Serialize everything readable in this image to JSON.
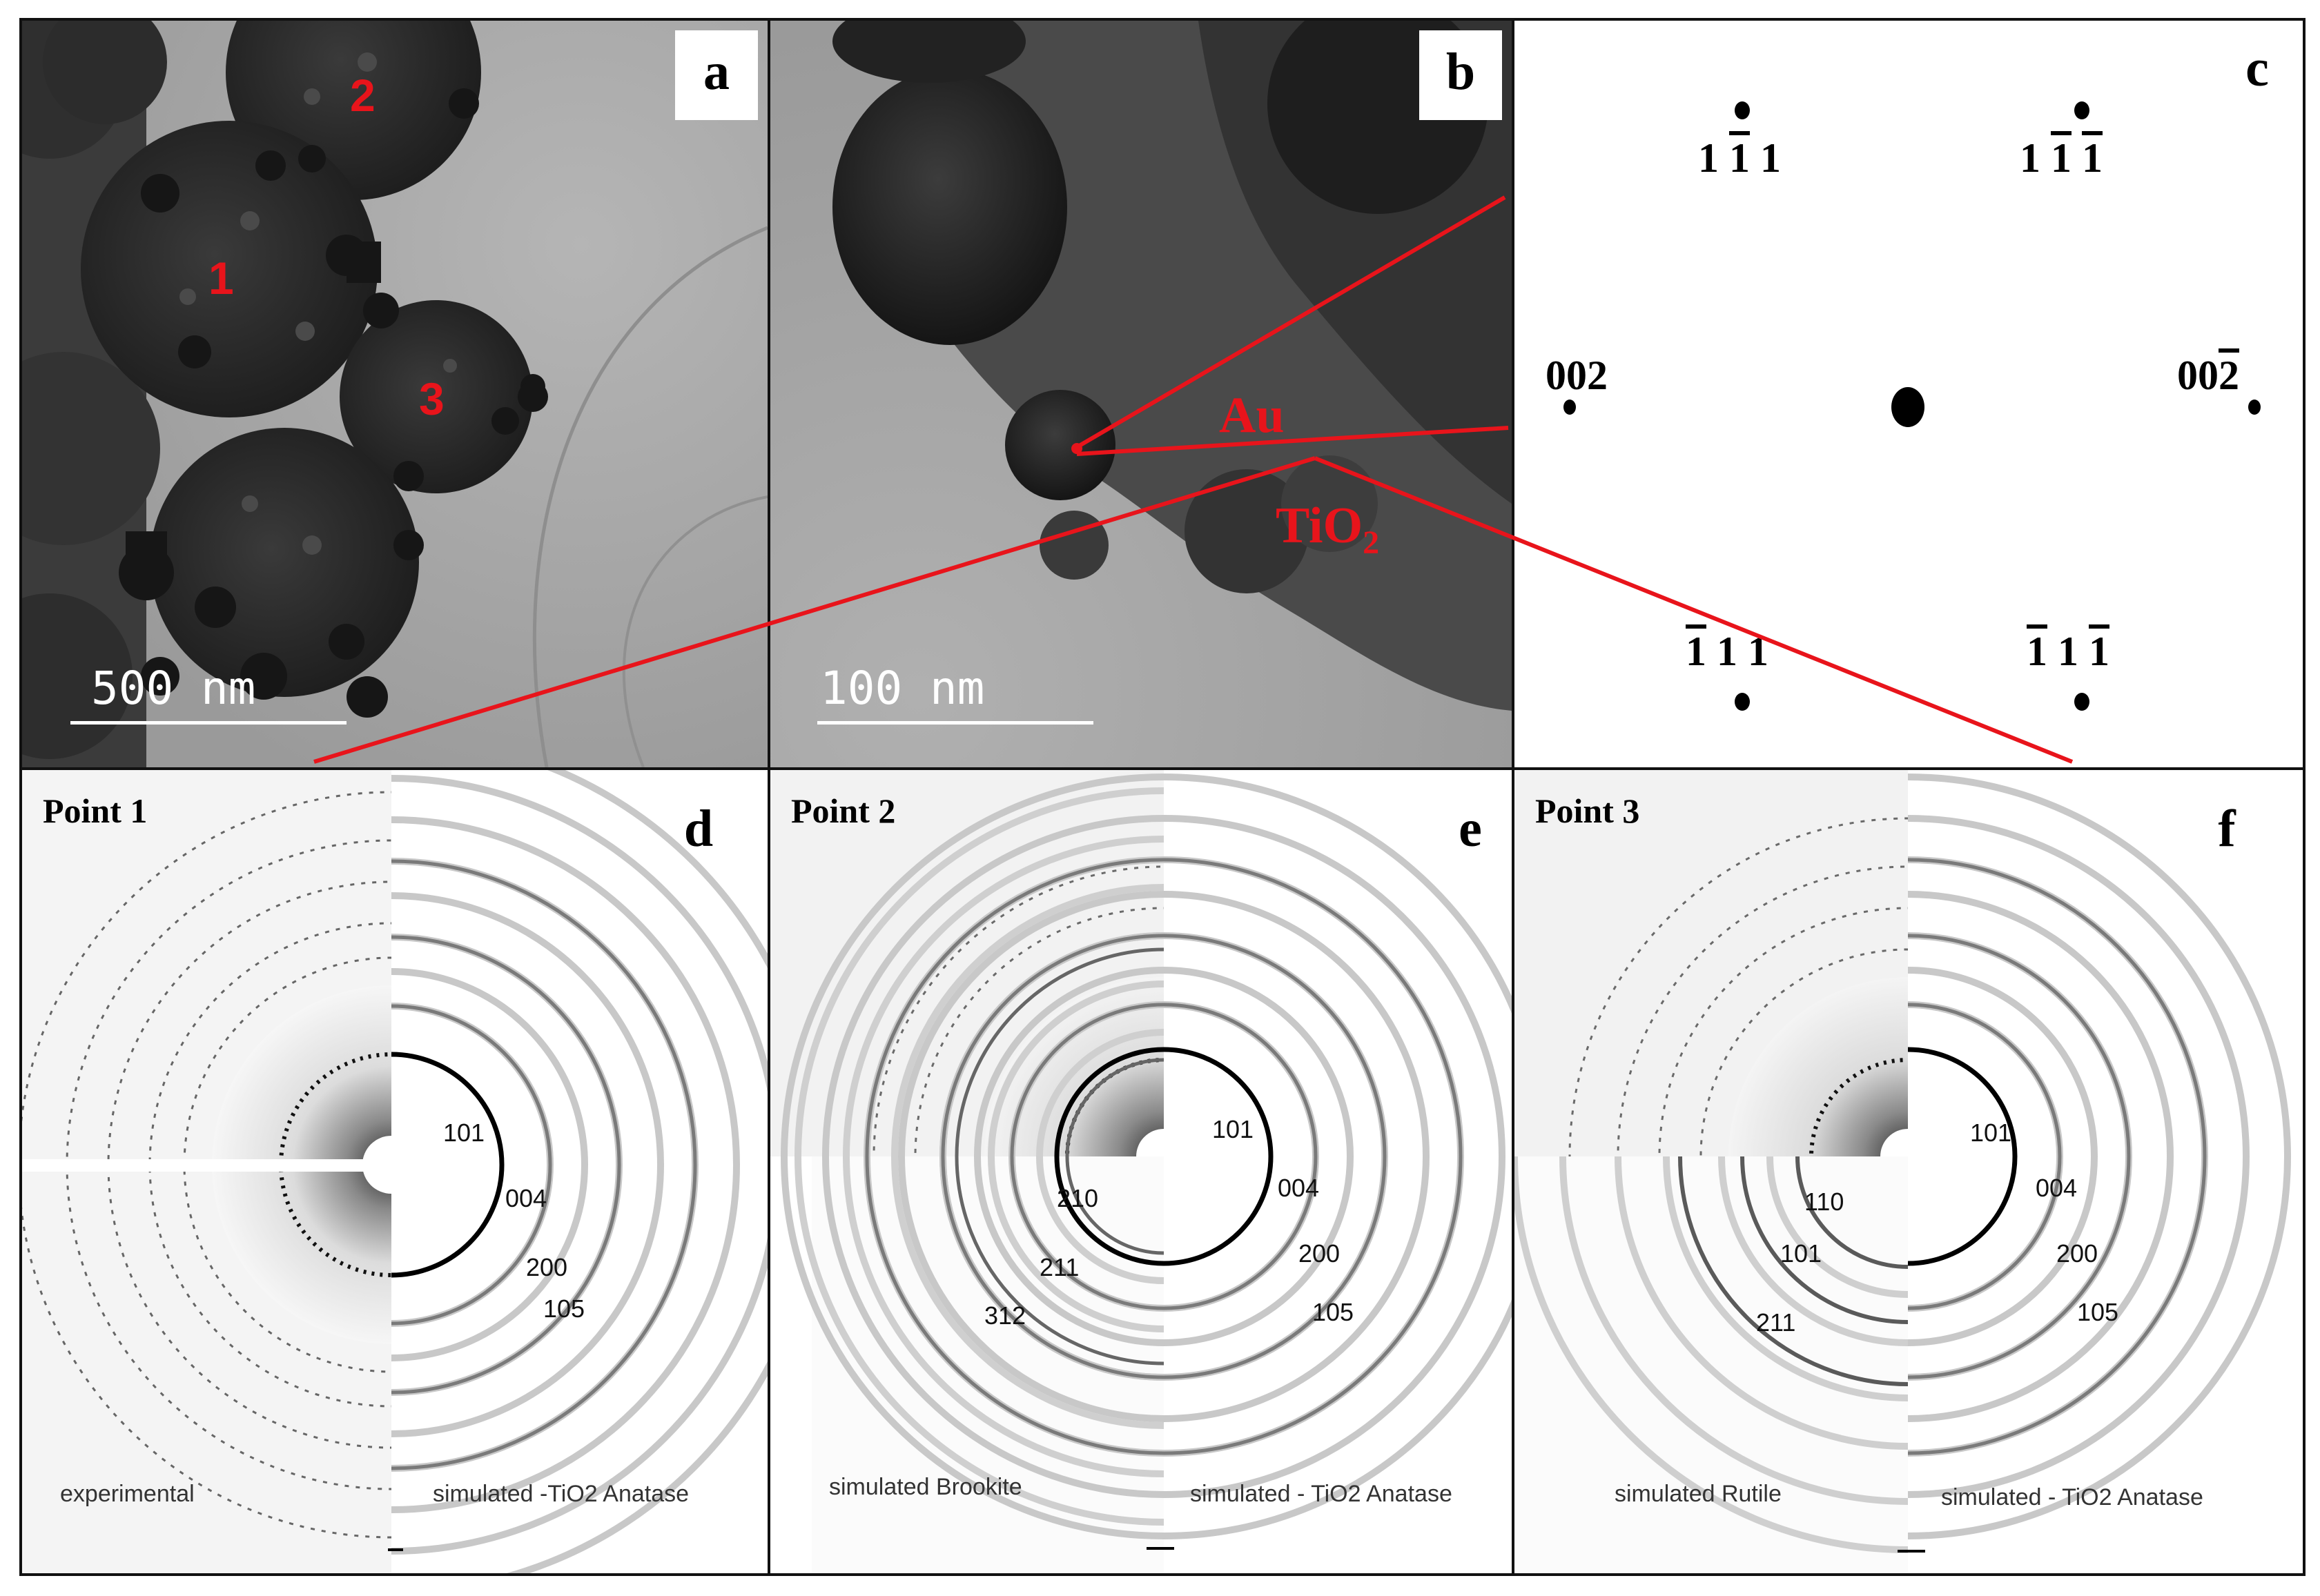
{
  "panels": {
    "a": {
      "letter": "a",
      "particle_labels": [
        "1",
        "2",
        "3"
      ],
      "scale_bar": "500 nm"
    },
    "b": {
      "letter": "b",
      "scale_bar": "100 nm",
      "label_au": "Au",
      "label_tio2_main": "TiO",
      "label_tio2_sub": "2"
    },
    "c": {
      "letter": "c",
      "spots": [
        {
          "pre": "1 ",
          "bar": "1",
          "post": " 1"
        },
        {
          "pre": "1 ",
          "bar": "1",
          "mid": " ",
          "bar2": "1",
          "post": ""
        },
        {
          "pre": "002",
          "post": ""
        },
        {
          "pre": "00",
          "bar": "2",
          "post": ""
        },
        {
          "pre": "",
          "bar": "1",
          "post": " 1 1"
        },
        {
          "pre": "",
          "bar": "1",
          "mid": " 1 ",
          "bar2": "1",
          "post": ""
        }
      ]
    },
    "d": {
      "letter": "d",
      "point": "Point 1",
      "rings": [
        "101",
        "004",
        "200",
        "105"
      ],
      "caption_left": "experimental",
      "caption_right": "simulated -TiO2  Anatase"
    },
    "e": {
      "letter": "e",
      "point": "Point 2",
      "rings_anatase": [
        "101",
        "004",
        "200",
        "105"
      ],
      "rings_other": [
        "210",
        "211",
        "312"
      ],
      "caption_left": "simulated Brookite",
      "caption_right": "simulated - TiO2 Anatase"
    },
    "f": {
      "letter": "f",
      "point": "Point 3",
      "rings_anatase": [
        "101",
        "004",
        "200",
        "105"
      ],
      "rings_other": [
        "110",
        "101",
        "211"
      ],
      "caption_left": "simulated Rutile",
      "caption_right": "simulated - TiO2 Anatase"
    }
  },
  "colors": {
    "accent_red": "#e8141b",
    "frame": "#111111"
  }
}
